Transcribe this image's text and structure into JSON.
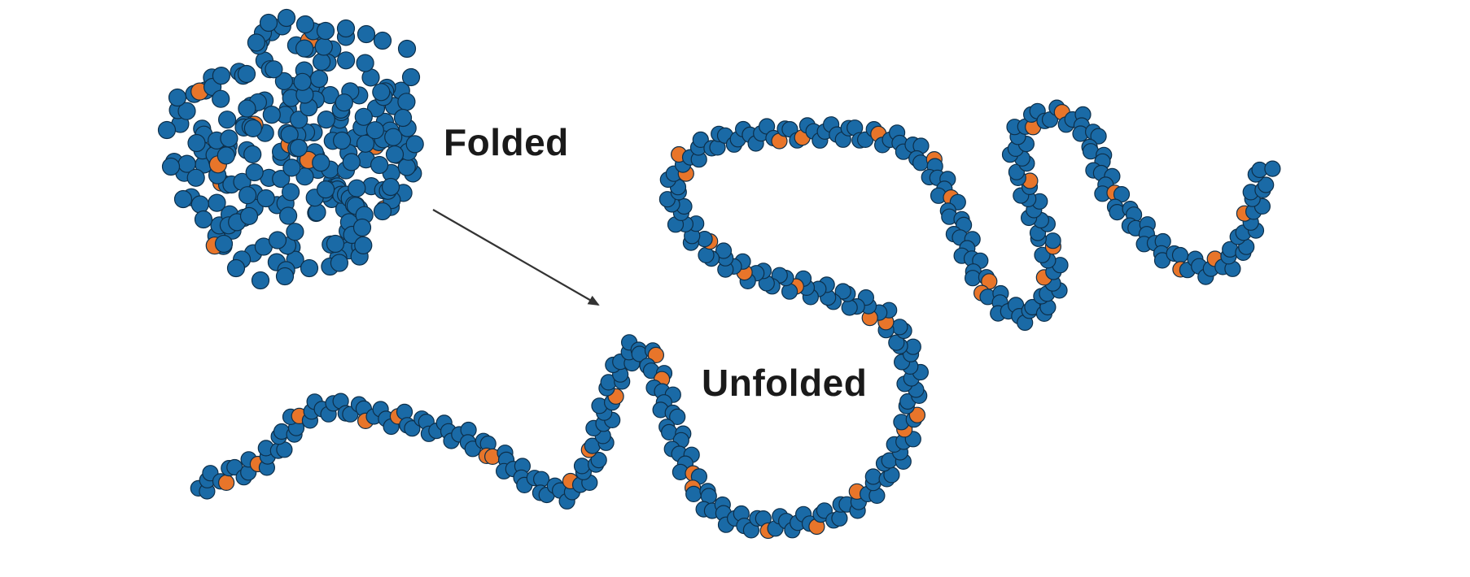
{
  "labels": {
    "folded": "Folded",
    "unfolded": "Unfolded"
  },
  "colors": {
    "bead_primary": "#1a6aa6",
    "bead_secondary": "#e8752a",
    "bead_outline": "#0d2f4a",
    "backbone": "#9a9a9a",
    "arrow": "#333333"
  },
  "diagram": {
    "states": [
      "folded",
      "unfolded"
    ],
    "transition": "folded-to-unfolded"
  }
}
